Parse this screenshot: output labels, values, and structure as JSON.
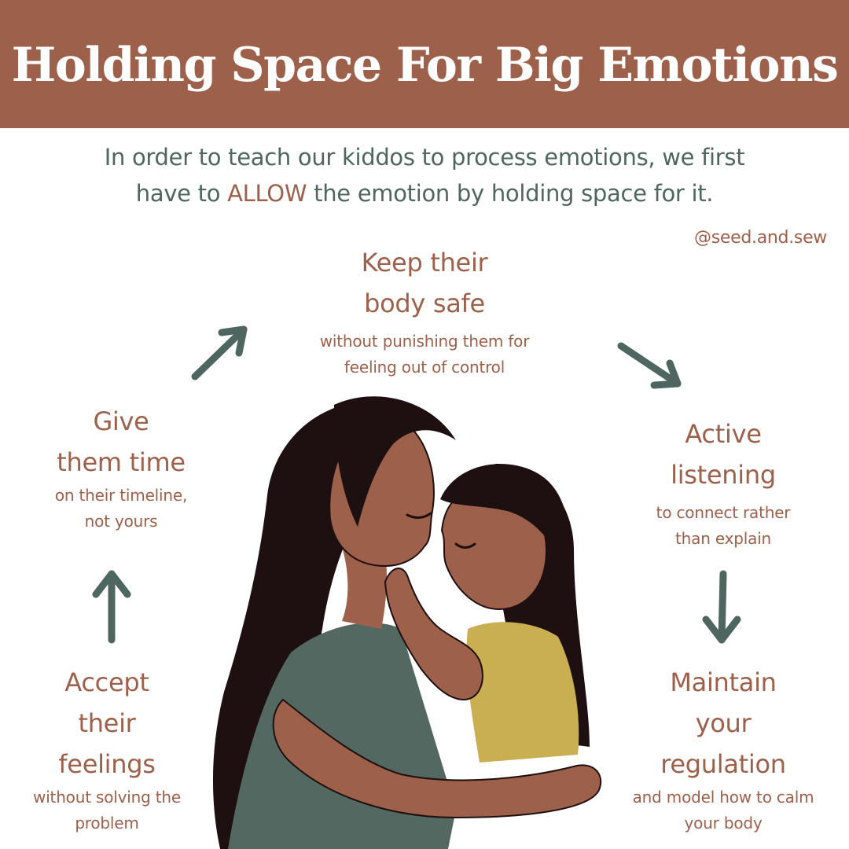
{
  "header": {
    "title": "Holding Space For Big Emotions"
  },
  "intro": {
    "line1": "In order to teach our kiddos to process emotions, we first",
    "line2_before": "have to ",
    "line2_accent": "ALLOW",
    "line2_after": " the emotion by holding space for it."
  },
  "handle": "@seed.and.sew",
  "steps": [
    {
      "title_lines": [
        "Keep their",
        "body safe"
      ],
      "desc_lines": [
        "without punishing them for",
        "feeling out of control"
      ]
    },
    {
      "title_lines": [
        "Active",
        "listening"
      ],
      "desc_lines": [
        "to connect rather",
        "than explain"
      ]
    },
    {
      "title_lines": [
        "Maintain",
        "your",
        "regulation"
      ],
      "desc_lines": [
        "and model how to calm",
        "your body"
      ]
    },
    {
      "title_lines": [
        "Accept",
        "their",
        "feelings"
      ],
      "desc_lines": [
        "without solving the",
        "problem"
      ]
    },
    {
      "title_lines": [
        "Give",
        "them time"
      ],
      "desc_lines": [
        "on their timeline,",
        "not yours"
      ]
    }
  ],
  "colors": {
    "brand_brown": "#9d604a",
    "slate_green": "#4f6660",
    "hair": "#1e0f10",
    "skin": "#9d604a",
    "dress_yellow": "#c9ae52",
    "shirt_green": "#546862"
  },
  "icons": [
    "arrow-up-right-icon",
    "arrow-down-right-icon",
    "arrow-down-icon",
    "arrow-up-icon"
  ]
}
